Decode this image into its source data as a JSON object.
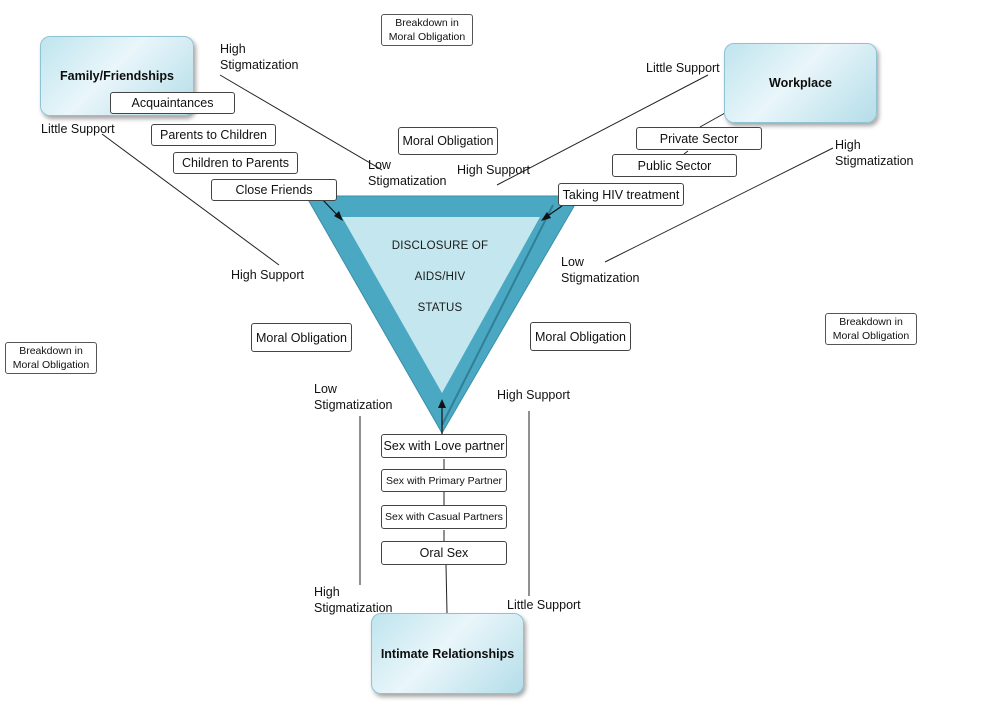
{
  "diagram": {
    "center": {
      "line1": "DISCLOSURE OF",
      "line2": "AIDS/HIV",
      "line3": "STATUS"
    },
    "hubs": {
      "family": "Family/Friendships",
      "workplace": "Workplace",
      "intimate": "Intimate Relationships"
    },
    "family_items": [
      "Acquaintances",
      "Parents to Children",
      "Children to Parents",
      "Close Friends"
    ],
    "workplace_items": [
      "Private Sector",
      "Public Sector",
      "Taking HIV treatment"
    ],
    "intimate_items": [
      "Sex with Love partner",
      "Sex with Primary Partner",
      "Sex with Casual Partners",
      "Oral Sex"
    ],
    "moral_obligation": "Moral Obligation",
    "breakdown": {
      "line1": "Breakdown in",
      "line2": "Moral Obligation"
    },
    "labels": {
      "high": "High",
      "low": "Low",
      "stigmatization": "Stigmatization",
      "high_support": "High Support",
      "little_support": "Little Support"
    }
  },
  "colors": {
    "triangle_outer": "#4aa8c2",
    "triangle_inner": "#bfe3ee",
    "hub_fill": "#d6eef5",
    "line": "#222222"
  }
}
